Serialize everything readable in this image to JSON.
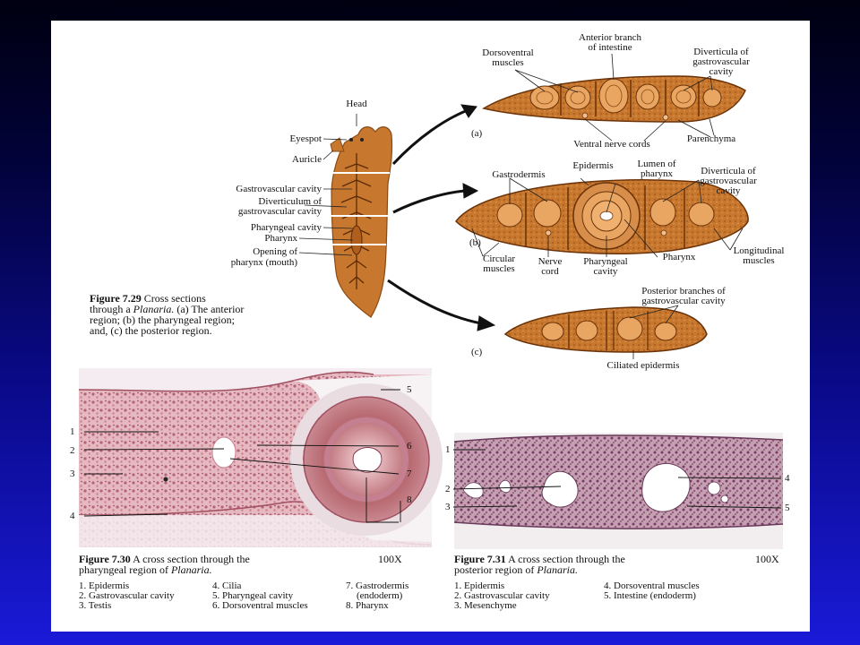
{
  "figure_729": {
    "labels_planaria": {
      "head": "Head",
      "eyespot": "Eyespot",
      "auricle": "Auricle",
      "gastrovascular_cavity": "Gastrovascular cavity",
      "diverticulum_1": "Diverticulum of",
      "diverticulum_2": "gastrovascular cavity",
      "pharyngeal_cavity": "Pharyngeal cavity",
      "pharynx": "Pharynx",
      "opening_1": "Opening of",
      "opening_2": "pharynx (mouth)"
    },
    "section_a": {
      "tag": "(a)",
      "dorsoventral_1": "Dorsoventral",
      "dorsoventral_2": "muscles",
      "anterior_1": "Anterior branch",
      "anterior_2": "of intestine",
      "diverticula_1": "Diverticula of",
      "diverticula_2": "gastrovascular",
      "diverticula_3": "cavity",
      "ventral_nerve": "Ventral nerve cords",
      "parenchyma": "Parenchyma"
    },
    "section_b": {
      "tag": "(b)",
      "gastrodermis": "Gastrodermis",
      "epidermis": "Epidermis",
      "lumen_1": "Lumen of",
      "lumen_2": "pharynx",
      "diverticula_1": "Diverticula of",
      "diverticula_2": "gastrovascular",
      "diverticula_3": "cavity",
      "circular_1": "Circular",
      "circular_2": "muscles",
      "nerve_1": "Nerve",
      "nerve_2": "cord",
      "pharyngeal_1": "Pharyngeal",
      "pharyngeal_2": "cavity",
      "pharynx": "Pharynx",
      "longitudinal_1": "Longitudinal",
      "longitudinal_2": "muscles"
    },
    "section_c": {
      "tag": "(c)",
      "posterior_1": "Posterior branches of",
      "posterior_2": "gastrovascular cavity",
      "ciliated": "Ciliated epidermis"
    },
    "caption_title": "Figure 7.29",
    "caption_line1": "Cross sections",
    "caption_line2a": "through a",
    "caption_line2b": "Planaria.",
    "caption_line2c": "(a) The anterior",
    "caption_line3": "region; (b) the pharyngeal region;",
    "caption_line4": "and, (c) the posterior region."
  },
  "figure_730": {
    "caption_title": "Figure 7.30",
    "caption_line1": "A cross section through the",
    "caption_line2a": "pharyngeal region of",
    "caption_line2b": "Planaria.",
    "magnification": "100X",
    "markers": [
      "1",
      "2",
      "3",
      "4",
      "5",
      "6",
      "7",
      "8"
    ],
    "legend": [
      "1. Epidermis",
      "2. Gastrovascular cavity",
      "3. Testis",
      "4. Cilia",
      "5. Pharyngeal cavity",
      "6. Dorsoventral muscles",
      "7. Gastrodermis",
      "(endoderm)",
      "8. Pharynx"
    ]
  },
  "figure_731": {
    "caption_title": "Figure 7.31",
    "caption_line1": "A cross section through the",
    "caption_line2a": "posterior region of",
    "caption_line2b": "Planaria.",
    "magnification": "100X",
    "markers": [
      "1",
      "2",
      "3",
      "4",
      "5"
    ],
    "legend": [
      "1. Epidermis",
      "2. Gastrovascular cavity",
      "3. Mesenchyme",
      "4. Dorsoventral muscles",
      "5. Intestine (endoderm)"
    ]
  },
  "colors": {
    "background_top": "#000010",
    "background_bottom": "#1a1ad8",
    "tissue": "#c8782e",
    "tissue_dark": "#8a4a14",
    "stain_pink": "#d89aa8",
    "stain_purple": "#8a4a78"
  }
}
